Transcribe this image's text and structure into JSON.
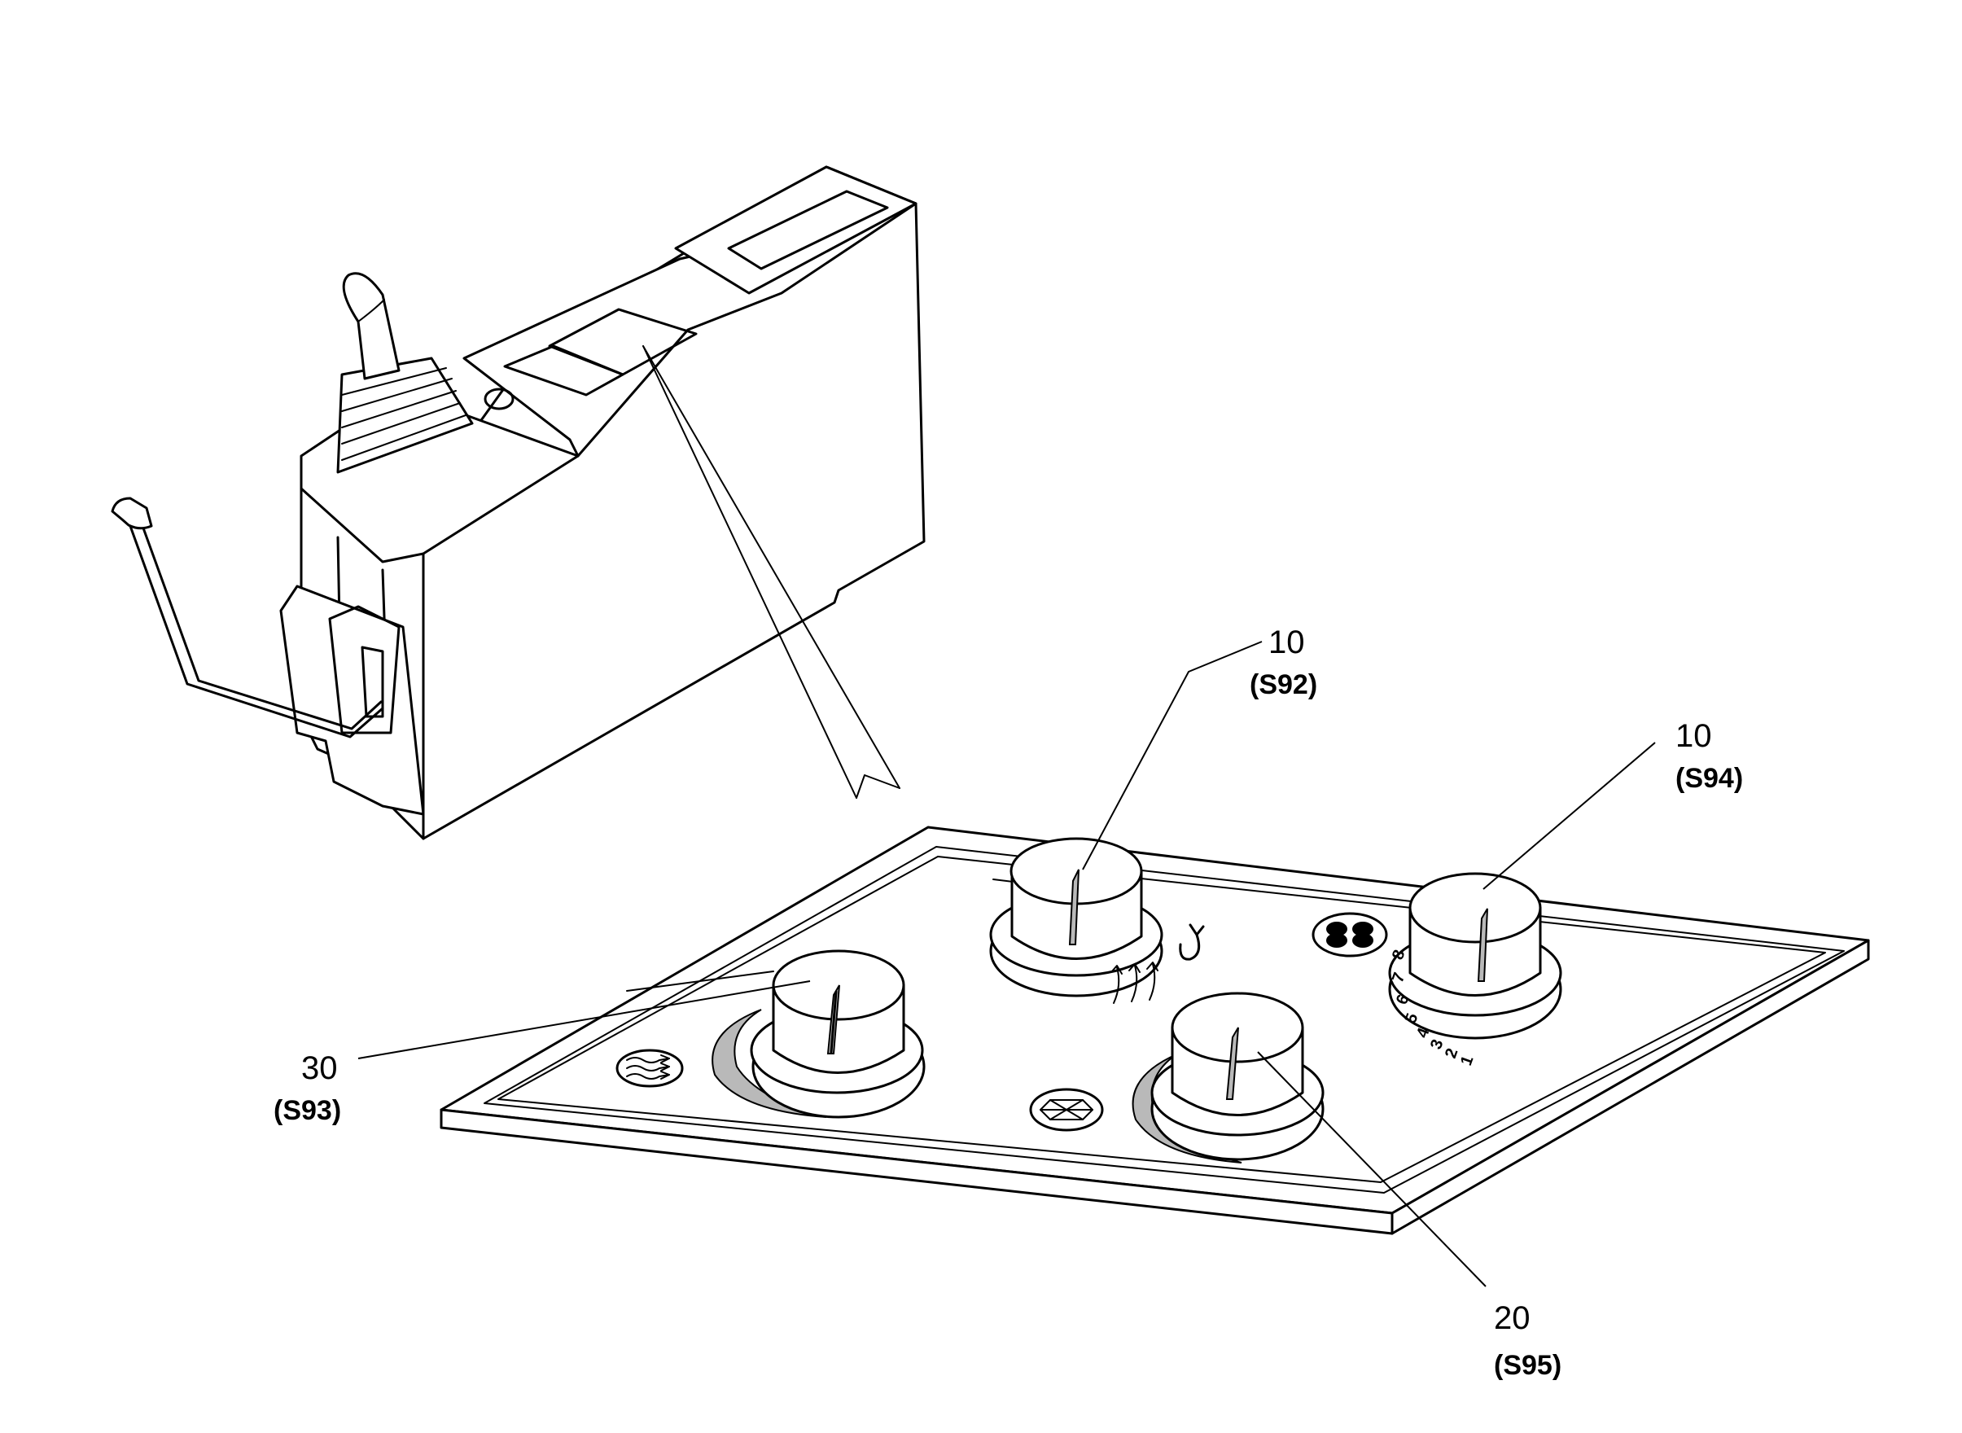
{
  "callouts": [
    {
      "number": "10",
      "code": "(S92)"
    },
    {
      "number": "10",
      "code": "(S94)"
    },
    {
      "number": "30",
      "code": "(S93)"
    },
    {
      "number": "20",
      "code": "(S95)"
    }
  ],
  "fan_scale": [
    "1",
    "2",
    "3",
    "4",
    "5",
    "6",
    "7",
    "8"
  ],
  "icons": [
    "fan-icon",
    "recirculation-icon",
    "air-flow-icon",
    "heat-icon",
    "snowflake-icon"
  ]
}
